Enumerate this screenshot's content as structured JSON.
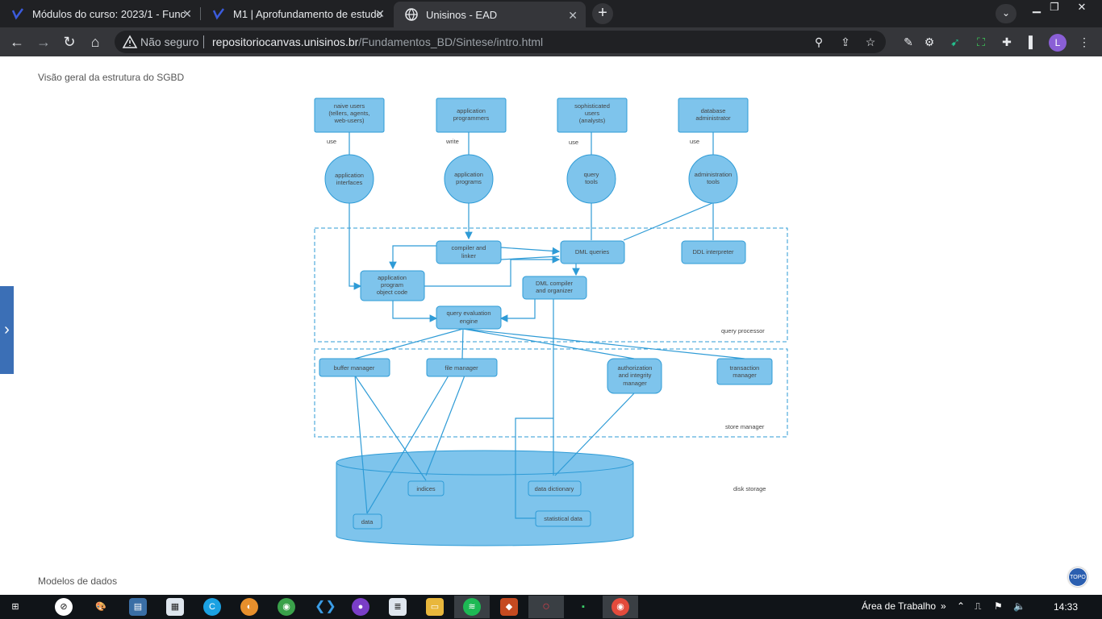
{
  "tabs": [
    {
      "title": "Módulos do curso: 2023/1 - Func",
      "active": false
    },
    {
      "title": "M1 | Aprofundamento de estudo",
      "active": false
    },
    {
      "title": "Unisinos - EAD",
      "active": true
    }
  ],
  "toolbar": {
    "insecure_label": "Não seguro",
    "url_host": "repositoriocanvas.unisinos.br",
    "url_path": "/Fundamentos_BD/Sintese/intro.html",
    "avatar_letter": "L"
  },
  "page": {
    "section_title": "Visão geral da estrutura do SGBD",
    "footer_title": "Modelos de dados",
    "topo_label": "TOPO"
  },
  "diagram": {
    "users": [
      [
        "naive users",
        "(tellers, agents,",
        "web-users)"
      ],
      [
        "application",
        "programmers"
      ],
      [
        "sophisticated",
        "users",
        "(analysts)"
      ],
      [
        "database",
        "administrator"
      ]
    ],
    "edge_labels": [
      "use",
      "write",
      "use",
      "use"
    ],
    "tools": [
      [
        "application",
        "interfaces"
      ],
      [
        "application",
        "programs"
      ],
      [
        "query",
        "tools"
      ],
      [
        "administration",
        "tools"
      ]
    ],
    "qp": {
      "compiler": [
        "compiler and",
        "linker"
      ],
      "dml_queries": [
        "DML queries"
      ],
      "ddl": [
        "DDL interpreter"
      ],
      "object_code": [
        "application",
        "program",
        "object code"
      ],
      "dml_compiler": [
        "DML compiler",
        "and organizer"
      ],
      "query_eval": [
        "query evaluation",
        "engine"
      ],
      "label": "query processor"
    },
    "sm": {
      "buffer": [
        "buffer manager"
      ],
      "file": [
        "file manager"
      ],
      "auth": [
        "authorization",
        "and integrity",
        "manager"
      ],
      "trans": [
        "transaction",
        "manager"
      ],
      "label": "store manager"
    },
    "disk": {
      "indices": "indices",
      "data_dictionary": "data dictionary",
      "data": "data",
      "statistical": "statistical data",
      "label": "disk storage"
    }
  },
  "taskbar": {
    "area_label": "Área de Trabalho",
    "clock": "14:33"
  }
}
